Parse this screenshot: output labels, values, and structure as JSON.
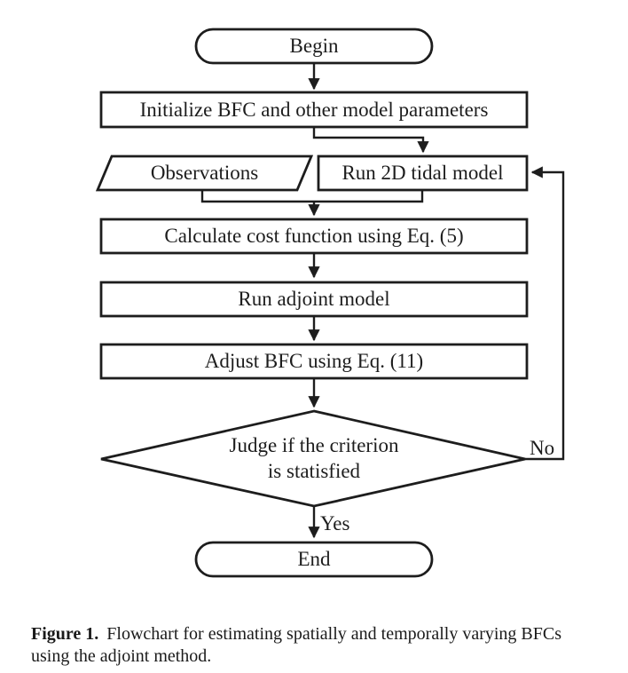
{
  "figure": {
    "nodes": {
      "begin": "Begin",
      "initialize": "Initialize BFC and other model parameters",
      "observations": "Observations",
      "run_tidal": "Run 2D tidal model",
      "calculate_cost": "Calculate cost function using Eq. (5)",
      "run_adjoint": "Run adjoint model",
      "adjust_bfc": "Adjust BFC using Eq. (11)",
      "decision_line1": "Judge if the criterion",
      "decision_line2": "is statisfied",
      "end": "End"
    },
    "edge_labels": {
      "yes": "Yes",
      "no": "No"
    },
    "colors": {
      "stroke": "#1d1d1d",
      "background": "#ffffff",
      "text": "#1d1d1d"
    }
  },
  "caption": {
    "figure_label": "Figure 1.",
    "line1": "Flowchart for estimating spatially and temporally varying BFCs",
    "line2": "using the adjoint method."
  }
}
